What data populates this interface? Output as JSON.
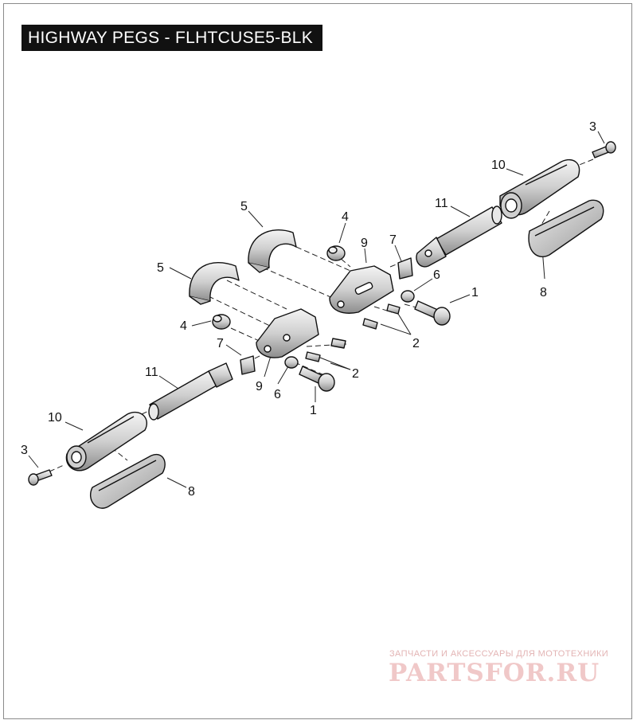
{
  "title": "HIGHWAY PEGS - FLHTCUSE5-BLK",
  "callouts": {
    "c1a": "1",
    "c1b": "1",
    "c2a": "2",
    "c2b": "2",
    "c3a": "3",
    "c3b": "3",
    "c4a": "4",
    "c4b": "4",
    "c5a": "5",
    "c5b": "5",
    "c6a": "6",
    "c6b": "6",
    "c7a": "7",
    "c7b": "7",
    "c8a": "8",
    "c8b": "8",
    "c9a": "9",
    "c9b": "9",
    "c10a": "10",
    "c10b": "10",
    "c11a": "11",
    "c11b": "11"
  },
  "watermark": {
    "tagline": "ЗАПЧАСТИ И АКСЕССУАРЫ ДЛЯ МОТОТЕХНИКИ",
    "brand": "PARTSFOR.RU"
  }
}
